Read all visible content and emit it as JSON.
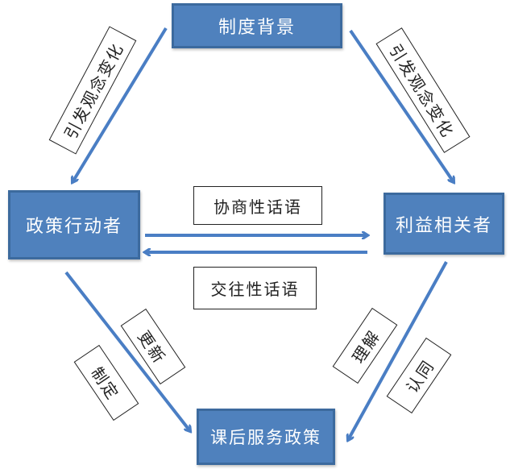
{
  "diagram": {
    "nodes": {
      "institutional_background": "制度背景",
      "policy_actors": "政策行动者",
      "stakeholders": "利益相关者",
      "after_school_policy": "课后服务政策"
    },
    "edge_labels": {
      "top_left": "引发观念变化",
      "top_right": "引发观念变化",
      "consultative_discourse": "协商性话语",
      "communicative_discourse": "交往性话语",
      "update": "更新",
      "formulate": "制定",
      "understand": "理解",
      "identify": "认同"
    },
    "edges": [
      {
        "from": "institutional_background",
        "to": "policy_actors",
        "label": "引发观念变化"
      },
      {
        "from": "institutional_background",
        "to": "stakeholders",
        "label": "引发观念变化"
      },
      {
        "from": "policy_actors",
        "to": "stakeholders",
        "label": "协商性话语"
      },
      {
        "from": "stakeholders",
        "to": "policy_actors",
        "label": "交往性话语"
      },
      {
        "from": "policy_actors",
        "to": "after_school_policy",
        "label": "制定 / 更新"
      },
      {
        "from": "stakeholders",
        "to": "after_school_policy",
        "label": "理解 / 认同"
      }
    ],
    "colors": {
      "node_fill": "#4f81bd",
      "node_border": "#3c6a9e",
      "arrow": "#4a7ec4",
      "label_border": "#222222"
    }
  }
}
